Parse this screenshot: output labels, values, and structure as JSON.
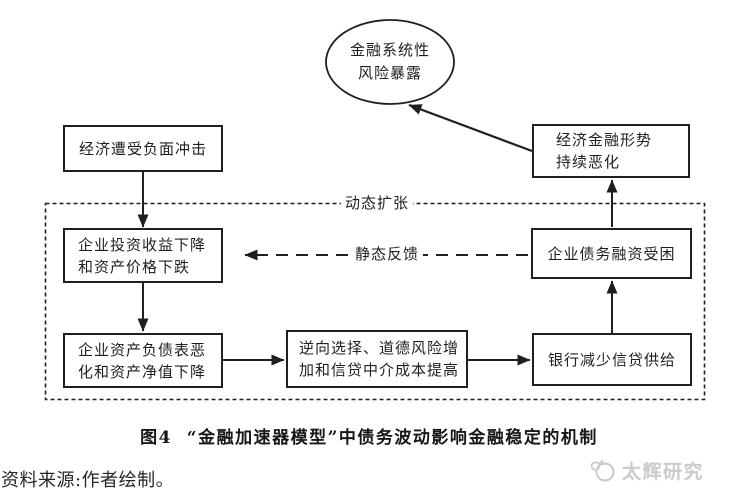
{
  "diagram": {
    "ellipse": {
      "line1": "金融系统性",
      "line2": "风险暴露"
    },
    "boxes": {
      "shock": "经济遭受负面冲击",
      "deterioration": {
        "line1": "经济金融形势",
        "line2": "持续恶化"
      },
      "invest": {
        "line1": "企业投资收益下降",
        "line2": "和资产价格下跌"
      },
      "debt": "企业债务融资受困",
      "balance": {
        "line1": "企业资产负债表恶",
        "line2": "化和资产净值下降"
      },
      "adverse": {
        "line1": "逆向选择、道德风险增",
        "line2": "加和信贷中介成本提高"
      },
      "bank": "银行减少信贷供给"
    },
    "labels": {
      "dynamic_expansion": "动态扩张",
      "static_feedback": "静态反馈"
    }
  },
  "caption": "图4  “金融加速器模型”中债务波动影响金融稳定的机制",
  "source_note": "资料来源:作者绘制。",
  "watermark": {
    "text": "太辉研究"
  },
  "colors": {
    "line": "#1f1f1f",
    "text": "#1f1f1f",
    "watermark": "#cbcbcb",
    "background": "#ffffff"
  }
}
